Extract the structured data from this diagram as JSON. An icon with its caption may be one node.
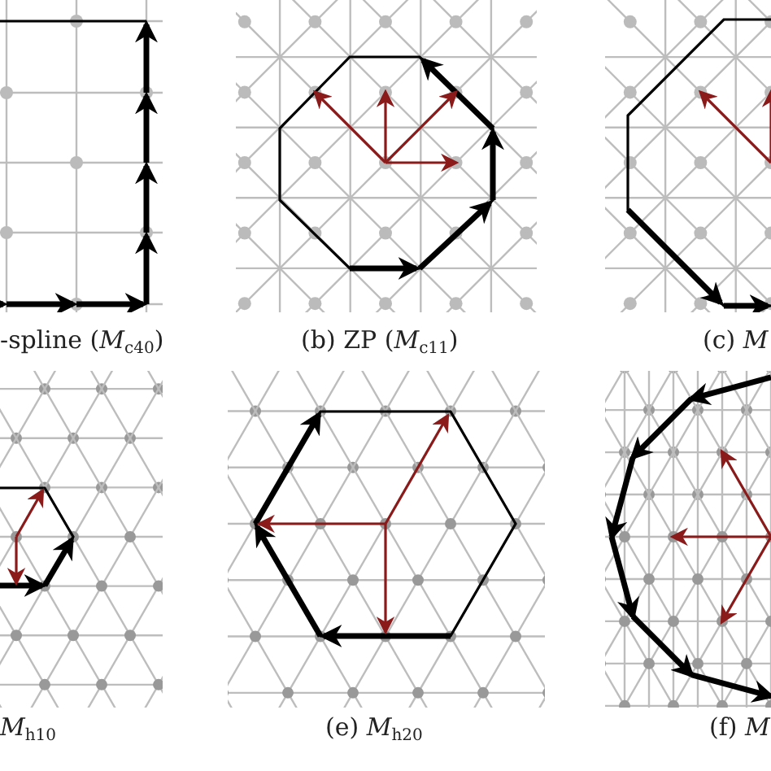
{
  "diagram": {
    "labels": [
      "-spline (*M*$_{c40}$)",
      "(b) ZP (*M*$_{c11}$)",
      "(c) *M*",
      "*M*$_{h10}$",
      "(e) *M*$_{h20}$",
      "(f) *M*"
    ]
  }
}
